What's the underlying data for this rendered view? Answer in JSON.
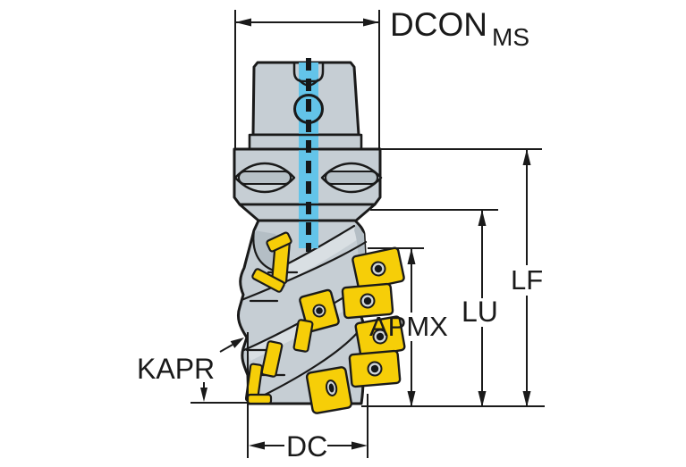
{
  "diagram": {
    "type": "technical-dimension-drawing",
    "subject": "indexable-helical-milling-cutter",
    "labels": {
      "dcon": "DCON",
      "dcon_sub": "MS",
      "lf": "LF",
      "lu": "LU",
      "apmx": "APMX",
      "kapr": "KAPR",
      "dc": "DC"
    },
    "colors": {
      "background": "#ffffff",
      "line": "#1a1a1a",
      "body_gray": "#c6ced4",
      "coolant_blue": "#63c4e9",
      "insert_yellow": "#f6ce08",
      "screw_dark": "#15181a"
    }
  }
}
